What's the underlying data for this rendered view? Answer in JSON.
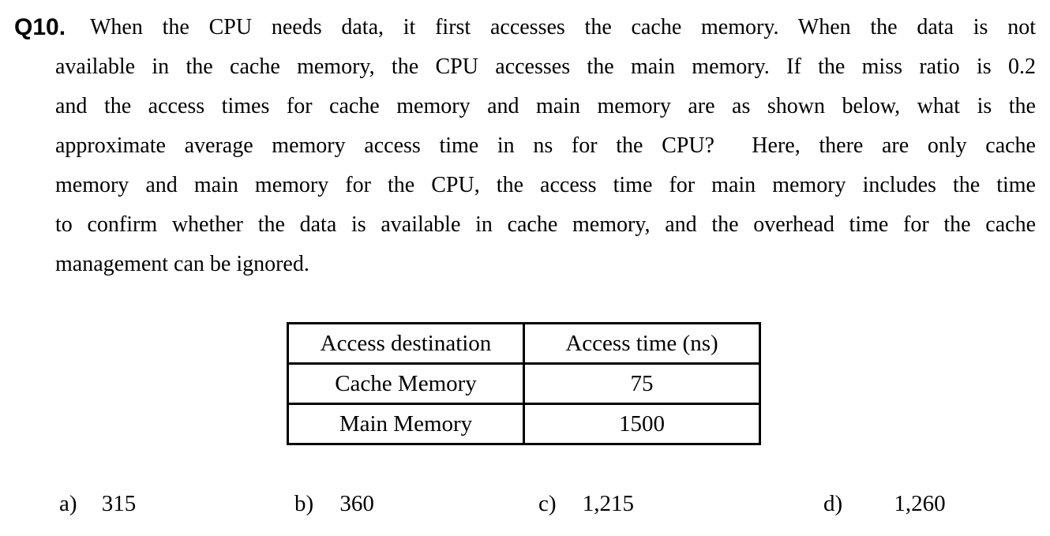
{
  "question": {
    "number": "Q10.",
    "lines": [
      "When the CPU needs data, it first accesses the cache memory. When the data is not",
      "available in the cache memory, the CPU accesses the main memory. If the miss ratio is 0.2",
      "and the access times for cache memory and main memory are as shown below, what is the",
      "approximate average memory access time in ns for the CPU?  Here, there are only cache",
      "memory and main memory for the CPU, the access time for main memory includes the time",
      "to confirm whether the data is available in cache memory, and the overhead time for the cache",
      "management can be ignored."
    ]
  },
  "table": {
    "headers": [
      "Access destination",
      "Access time (ns)"
    ],
    "rows": [
      {
        "destination": "Cache Memory",
        "time": "75"
      },
      {
        "destination": "Main Memory",
        "time": "1500"
      }
    ]
  },
  "options": [
    {
      "label": "a)",
      "value": "315"
    },
    {
      "label": "b)",
      "value": "360"
    },
    {
      "label": "c)",
      "value": "1,215"
    },
    {
      "label": "d)",
      "value": "1,260"
    }
  ],
  "colors": {
    "text": "#000000",
    "background": "#ffffff",
    "table_border": "#000000"
  }
}
